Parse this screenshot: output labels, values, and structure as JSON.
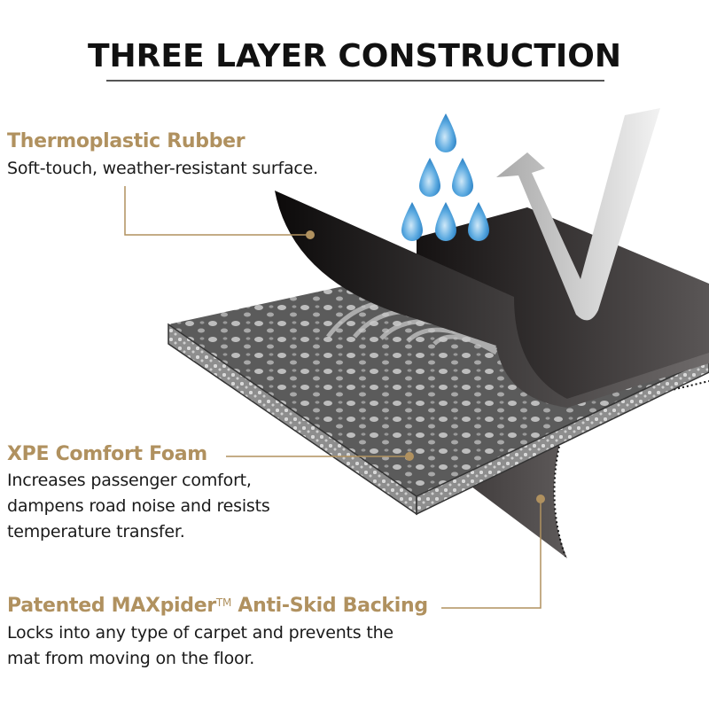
{
  "title": "THREE LAYER CONSTRUCTION",
  "colors": {
    "accent_gold": "#b0915f",
    "rubber_dark": "#2a2727",
    "backing_gray": "#5a5555",
    "foam_gray": "#7a7a7a",
    "water_blue": "#3f97d6",
    "arrow_gray": "#bdbdbd"
  },
  "layers": [
    {
      "name": "Thermoplastic Rubber",
      "description": [
        "Soft-touch, weather-resistant surface."
      ]
    },
    {
      "name": "XPE Comfort Foam",
      "description": [
        "Increases passenger comfort,",
        "dampens road noise and resists",
        "temperature transfer."
      ]
    },
    {
      "name_prefix": "Patented MAXpider",
      "trademark": "TM",
      "name_suffix": " Anti-Skid Backing",
      "description": [
        "Locks into any type of carpet and prevents the",
        "mat from moving on the floor."
      ]
    }
  ],
  "icons": [
    "water-drop-icon",
    "curved-arrow-icon",
    "callout-dot-icon"
  ]
}
